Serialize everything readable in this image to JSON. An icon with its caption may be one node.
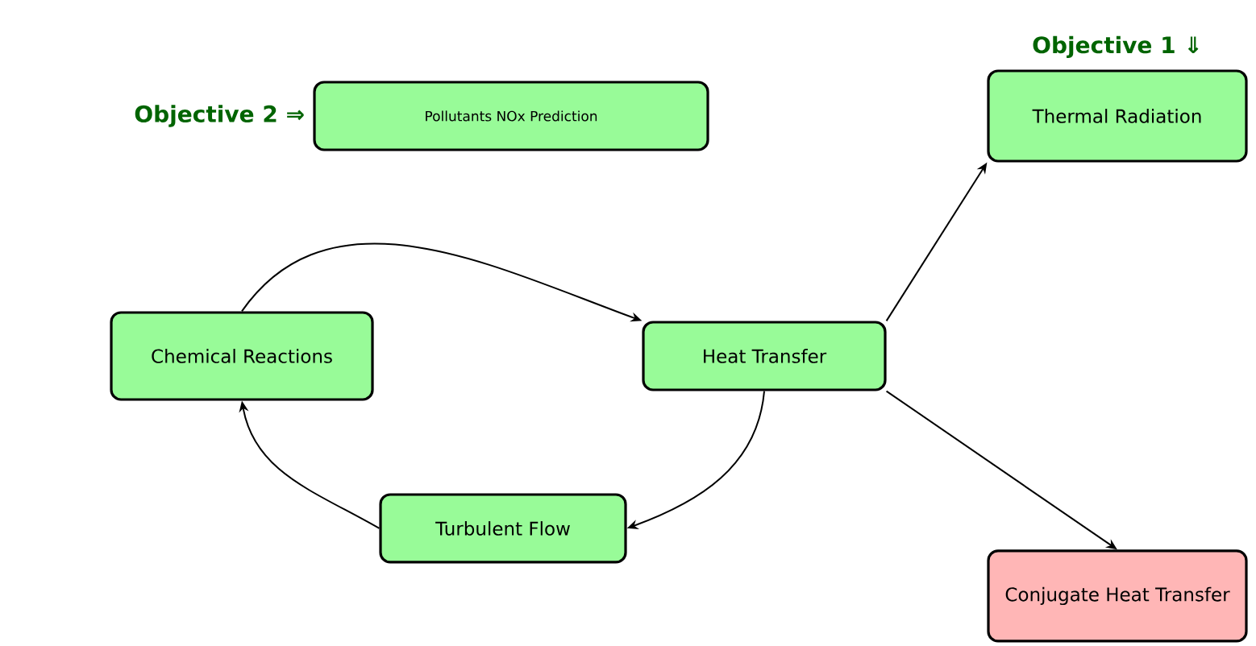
{
  "diagram": {
    "nodes": [
      {
        "text": [
          "Pollutants NOx Prediction"
        ],
        "beside": [
          "Objective 2 ⇒"
        ]
      },
      {
        "text": [
          "Thermal Radiation"
        ],
        "beside": [
          "Objective 1 ⇓"
        ]
      },
      {
        "text": [
          "Chemical Reactions"
        ]
      },
      {
        "text": [
          "Heat Transfer"
        ]
      },
      {
        "text": [
          "Turbulent Flow"
        ]
      },
      {
        "text": [
          "Conjugate Heat Transfer"
        ]
      }
    ],
    "edges": [
      {
        "from": 2,
        "to": 3,
        "arrow": "to"
      },
      {
        "from": 3,
        "to": 1,
        "arrow": "to"
      },
      {
        "from": 3,
        "to": 5,
        "arrow": "to"
      },
      {
        "from": 3,
        "to": 4,
        "arrow": "to"
      },
      {
        "from": 4,
        "to": 2,
        "arrow": "to"
      }
    ]
  }
}
